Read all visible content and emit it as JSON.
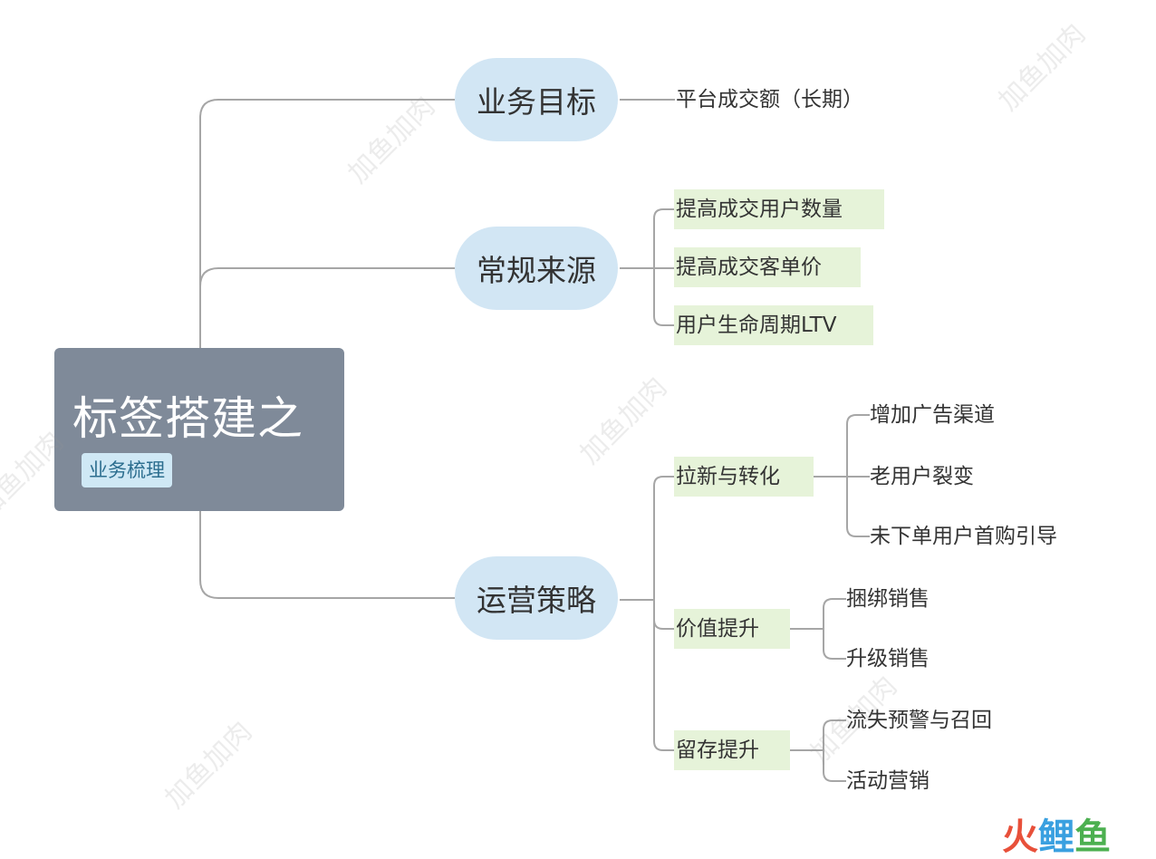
{
  "root": {
    "title": "标签搭建之",
    "subtitle": "业务梳理"
  },
  "branches": [
    {
      "label": "业务目标",
      "children": [
        {
          "label": "平台成交额（长期）"
        }
      ]
    },
    {
      "label": "常规来源",
      "children": [
        {
          "label": "提高成交用户数量"
        },
        {
          "label": "提高成交客单价"
        },
        {
          "label": "用户生命周期LTV"
        }
      ]
    },
    {
      "label": "运营策略",
      "children": [
        {
          "label": "拉新与转化",
          "children": [
            {
              "label": "增加广告渠道"
            },
            {
              "label": "老用户裂变"
            },
            {
              "label": "未下单用户首购引导"
            }
          ]
        },
        {
          "label": "价值提升",
          "children": [
            {
              "label": "捆绑销售"
            },
            {
              "label": "升级销售"
            }
          ]
        },
        {
          "label": "留存提升",
          "children": [
            {
              "label": "流失预警与召回"
            },
            {
              "label": "活动营销"
            }
          ]
        }
      ]
    }
  ],
  "watermark": "加鱼加肉",
  "logo": {
    "part1": "火",
    "part2": "鲤",
    "part3": "鱼"
  }
}
